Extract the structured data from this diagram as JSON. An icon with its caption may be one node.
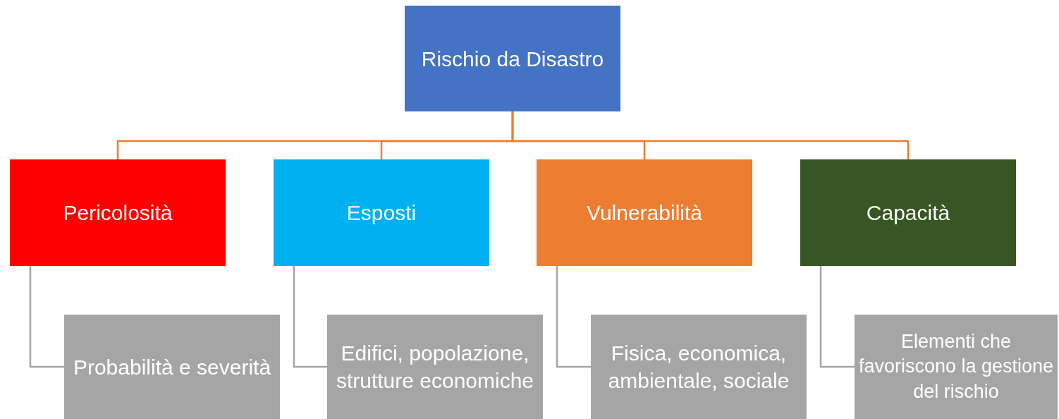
{
  "diagram": {
    "nodes": [
      {
        "text": [
          "Rischio da Disastro"
        ]
      },
      {
        "text": [
          "Pericolosità"
        ]
      },
      {
        "text": [
          "Esposti"
        ]
      },
      {
        "text": [
          "Vulnerabilità"
        ]
      },
      {
        "text": [
          "Capacità"
        ]
      },
      {
        "text": [
          "Probabilità e severità"
        ]
      },
      {
        "text": [
          "Edifici, popolazione, strutture economiche"
        ]
      },
      {
        "text": [
          "Fisica, economica, ambientale, sociale"
        ]
      },
      {
        "text": [
          "Elementi che favoriscono la gestione del rischio"
        ]
      }
    ],
    "edges": [
      {
        "from": 0,
        "to": 1,
        "arrow": "none",
        "color": "#ed7d31"
      },
      {
        "from": 0,
        "to": 2,
        "arrow": "none",
        "color": "#ed7d31"
      },
      {
        "from": 0,
        "to": 3,
        "arrow": "none",
        "color": "#ed7d31"
      },
      {
        "from": 0,
        "to": 4,
        "arrow": "none",
        "color": "#ed7d31"
      },
      {
        "from": 1,
        "to": 5,
        "arrow": "none",
        "color": "#a5a5a5"
      },
      {
        "from": 2,
        "to": 6,
        "arrow": "none",
        "color": "#a5a5a5"
      },
      {
        "from": 3,
        "to": 7,
        "arrow": "none",
        "color": "#a5a5a5"
      },
      {
        "from": 4,
        "to": 8,
        "arrow": "none",
        "color": "#a5a5a5"
      }
    ]
  }
}
